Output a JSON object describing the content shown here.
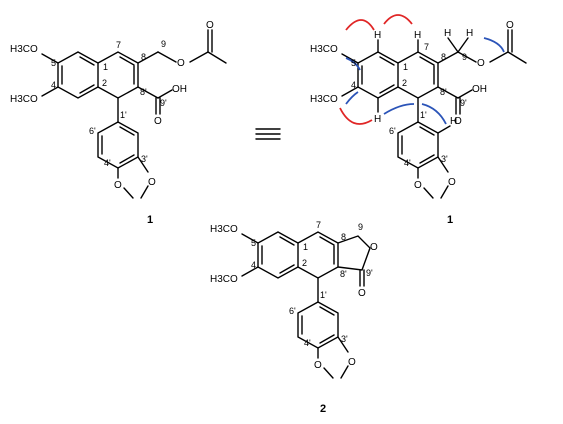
{
  "colors": {
    "bond": "#000000",
    "hmbc_arrow": "#2b54b8",
    "noe_arrow": "#e02626",
    "background": "#ffffff"
  },
  "structures": [
    {
      "id": "compound-1-left",
      "compound_label": "1",
      "substituents": {
        "ome_top": "H3CO",
        "ome_bottom": "H3CO",
        "acid": "OH",
        "ester_o": "O",
        "carbonyl_o": "O",
        "diox_o1": "O",
        "diox_o2": "O"
      },
      "atom_numbers": [
        "1",
        "2",
        "4",
        "5",
        "7",
        "8",
        "8'",
        "9",
        "9'",
        "1'",
        "3'",
        "4'",
        "6'"
      ],
      "hydrogens": []
    },
    {
      "id": "compound-1-right",
      "compound_label": "1",
      "substituents": {
        "ome_top": "H3CO",
        "ome_bottom": "H3CO",
        "acid": "OH",
        "ester_o": "O",
        "carbonyl_o": "O",
        "diox_o1": "O",
        "diox_o2": "O"
      },
      "atom_numbers": [
        "1",
        "2",
        "4",
        "5",
        "7",
        "8",
        "8'",
        "9",
        "9'",
        "1'",
        "3'",
        "4'",
        "6'"
      ],
      "hydrogens": [
        "H",
        "H",
        "H",
        "H",
        "H",
        "H"
      ]
    },
    {
      "id": "compound-2",
      "compound_label": "2",
      "substituents": {
        "ome_top": "H3CO",
        "ome_bottom": "H3CO",
        "lactone_o": "O",
        "carbonyl_o": "O",
        "diox_o1": "O",
        "diox_o2": "O"
      },
      "atom_numbers": [
        "1",
        "2",
        "4",
        "5",
        "7",
        "8",
        "8'",
        "9",
        "9'",
        "1'",
        "3'",
        "4'",
        "6'"
      ],
      "hydrogens": []
    }
  ],
  "equivalence_symbol": "≡"
}
